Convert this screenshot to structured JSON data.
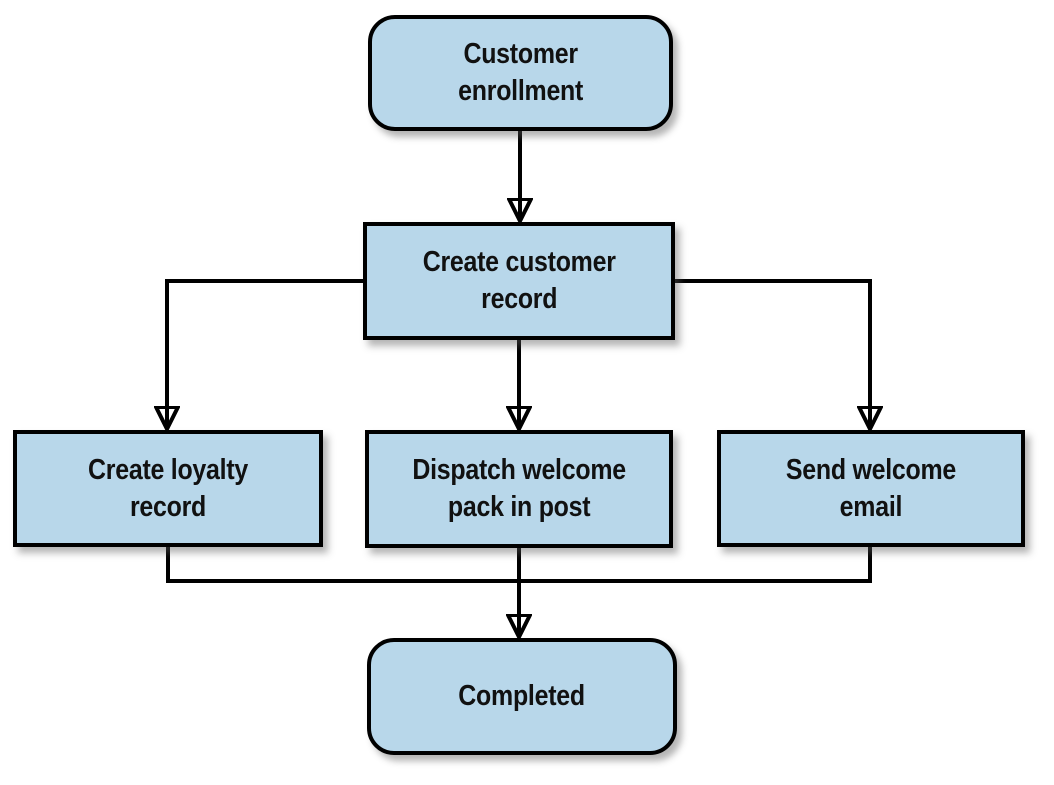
{
  "diagram": {
    "type": "flowchart",
    "nodes": {
      "customer_enrollment": {
        "label": "Customer\nenrollment",
        "shape": "rounded"
      },
      "create_customer_record": {
        "label": "Create customer\nrecord",
        "shape": "rect"
      },
      "create_loyalty_record": {
        "label": "Create loyalty\nrecord",
        "shape": "rect"
      },
      "dispatch_welcome_pack": {
        "label": "Dispatch welcome\npack in post",
        "shape": "rect"
      },
      "send_welcome_email": {
        "label": "Send welcome\nemail",
        "shape": "rect"
      },
      "completed": {
        "label": "Completed",
        "shape": "rounded"
      }
    },
    "edges": [
      {
        "from": "customer_enrollment",
        "to": "create_customer_record",
        "arrow": true
      },
      {
        "from": "create_customer_record",
        "to": "create_loyalty_record",
        "arrow": true
      },
      {
        "from": "create_customer_record",
        "to": "dispatch_welcome_pack",
        "arrow": true
      },
      {
        "from": "create_customer_record",
        "to": "send_welcome_email",
        "arrow": true
      },
      {
        "from": "create_loyalty_record",
        "to": "completed",
        "arrow": false
      },
      {
        "from": "send_welcome_email",
        "to": "completed",
        "arrow": false
      },
      {
        "from": "dispatch_welcome_pack",
        "to": "completed",
        "arrow": true
      }
    ]
  },
  "colors": {
    "node_fill": "#b8d7ea",
    "node_border": "#000000",
    "connector": "#000000",
    "text": "#111111",
    "background": "#ffffff"
  }
}
